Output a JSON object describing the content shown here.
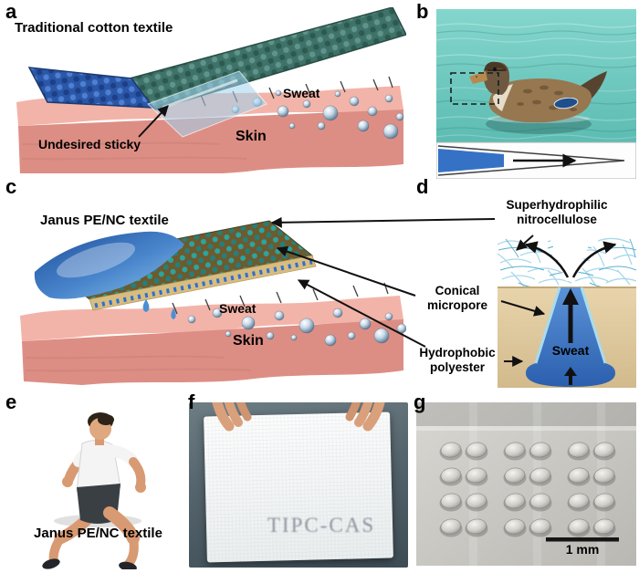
{
  "panel_a": {
    "letter": "a",
    "title": "Traditional cotton textile",
    "sweat_label": "Sweat",
    "skin_label": "Skin",
    "sticky_label": "Undesired sticky"
  },
  "panel_b": {
    "letter": "b"
  },
  "panel_c": {
    "letter": "c",
    "title": "Janus PE/NC textile",
    "sweat_label": "Sweat",
    "skin_label": "Skin"
  },
  "panel_d": {
    "letter": "d",
    "nc_label": "Superhydrophilic nitrocellulose",
    "pore_label": "Conical micropore",
    "polyester_label": "Hydrophobic polyester",
    "sweat_label": "Sweat"
  },
  "panel_e": {
    "letter": "e",
    "caption": "Janus PE/NC textile"
  },
  "panel_f": {
    "letter": "f",
    "watermark": "TIPC-CAS"
  },
  "panel_g": {
    "letter": "g",
    "scale_bar": "1 mm"
  },
  "colors": {
    "skin_pink": "#f2b4a9",
    "skin_front": "#dd8e84",
    "textile_blue": "#2a57a8",
    "cotton_teal": "#3f7268",
    "water_teal": "#66c2b8",
    "polyester_sand": "#ddc89e",
    "sweat_blue": "#3572c6",
    "nitrocellulose_blue": "#a8d8ea",
    "sem_gray": "#c9c8c3"
  }
}
